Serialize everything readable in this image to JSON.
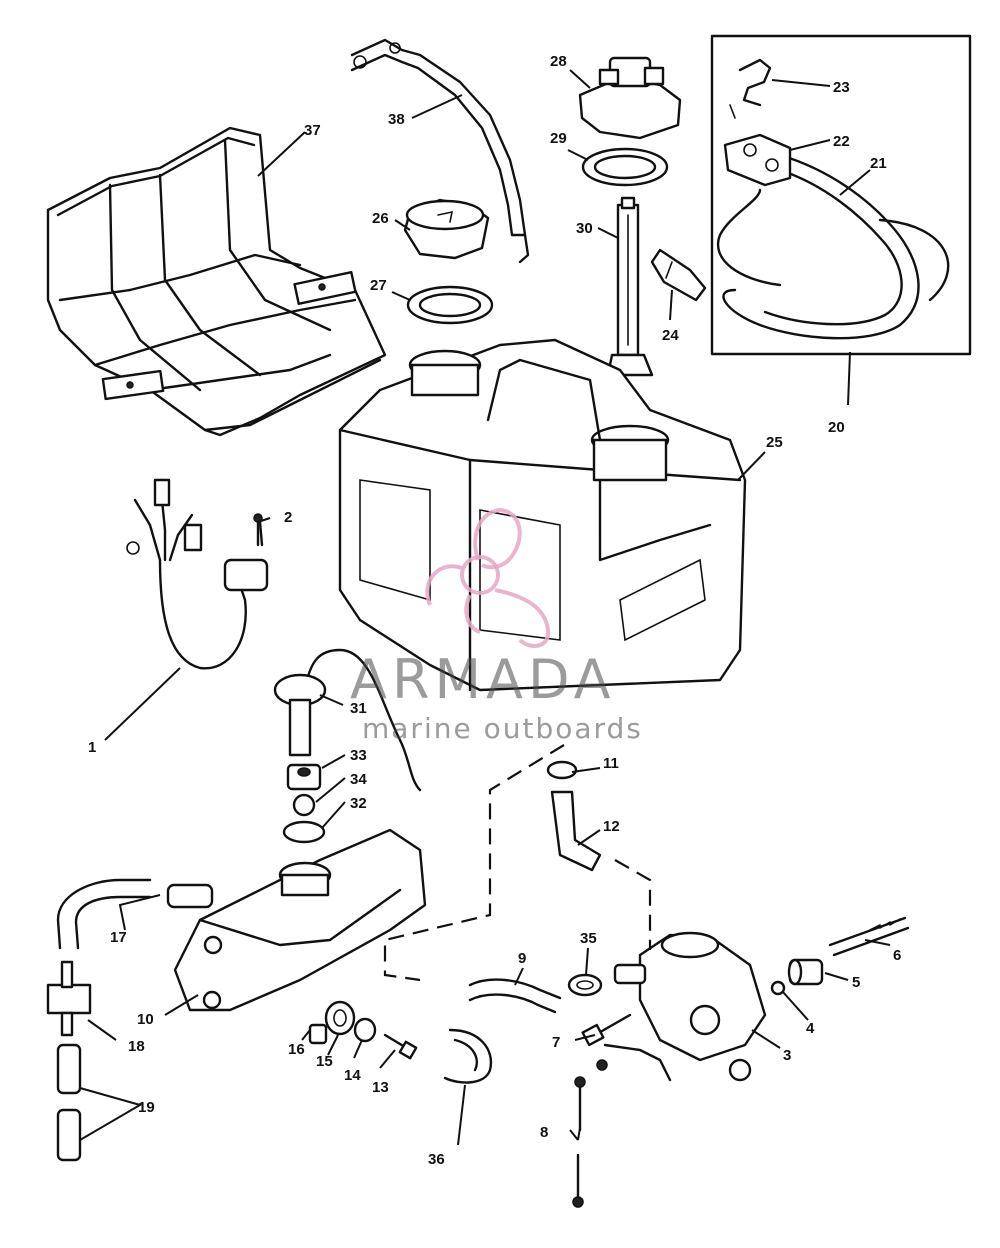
{
  "labels": {
    "p1": "1",
    "p2": "2",
    "p3": "3",
    "p4": "4",
    "p5": "5",
    "p6": "6",
    "p7": "7",
    "p8": "8",
    "p9": "9",
    "p10": "10",
    "p11": "11",
    "p12": "12",
    "p13": "13",
    "p14": "14",
    "p15": "15",
    "p16": "16",
    "p17": "17",
    "p18": "18",
    "p19": "19",
    "p20": "20",
    "p21": "21",
    "p22": "22",
    "p23": "23",
    "p24": "24",
    "p25": "25",
    "p26": "26",
    "p27": "27",
    "p28": "28",
    "p29": "29",
    "p30": "30",
    "p31": "31",
    "p32": "32",
    "p33": "33",
    "p34": "34",
    "p35": "35",
    "p36": "36",
    "p37": "37",
    "p38": "38"
  },
  "watermark": {
    "brand": "ARMADA",
    "tagline": "marine outboards",
    "logo_color": "#e6a6c6",
    "text_color": "#4a4a4a"
  }
}
